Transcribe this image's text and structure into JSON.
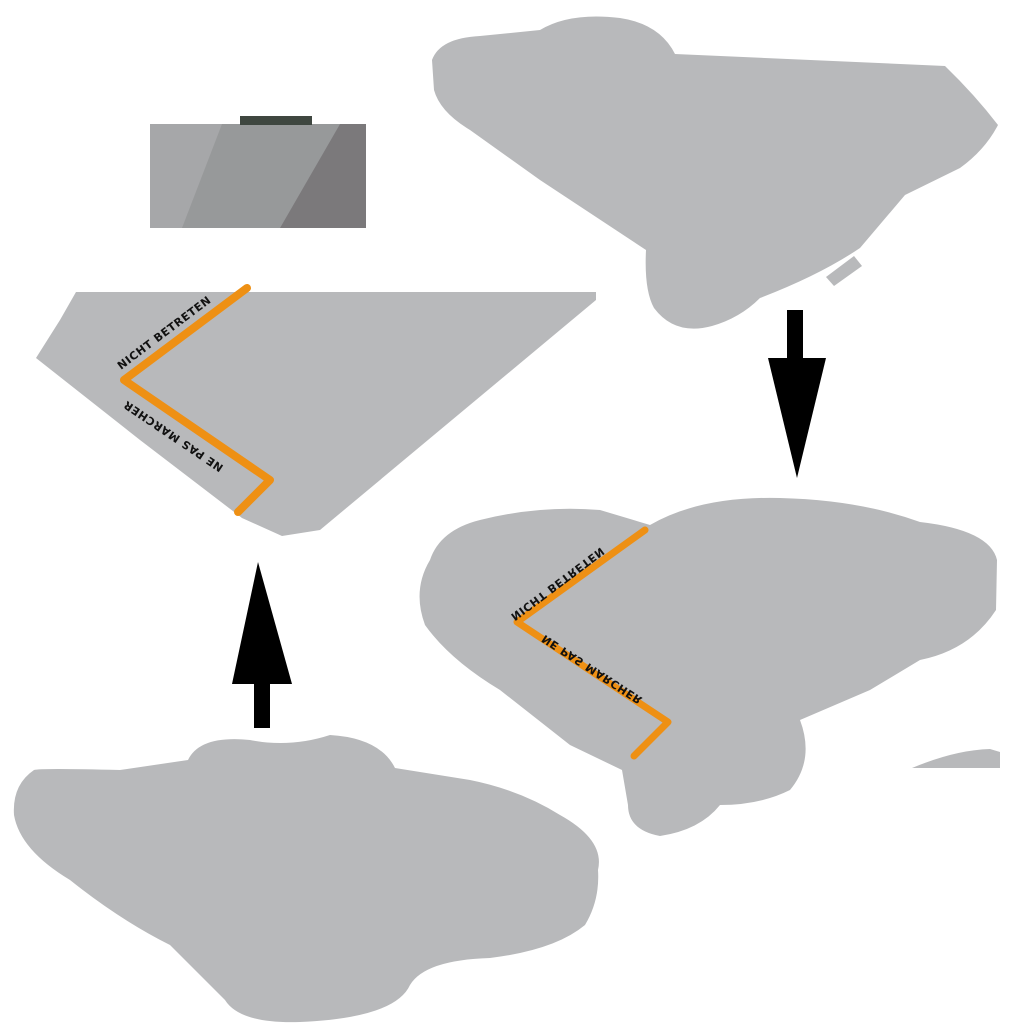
{
  "colors": {
    "background": "#ffffff",
    "panel_gray": "#b8b9bb",
    "stripe_orange": "#ee9014",
    "arrow_black": "#000000",
    "box_light": "#a6a7a9",
    "box_mid": "#97999a",
    "box_dark": "#7b797b",
    "box_top_strip": "#3f4740",
    "label_text": "#111111"
  },
  "labels": {
    "top_piece_a": "NICHT BETRETEN",
    "top_piece_b": "NE PAS MARCHER",
    "right_piece_a": "NICHT BETRETEN",
    "right_piece_b": "NE PAS MARCHER"
  },
  "icons": {
    "down_arrow": "arrow-down-icon",
    "up_arrow": "arrow-up-icon"
  }
}
